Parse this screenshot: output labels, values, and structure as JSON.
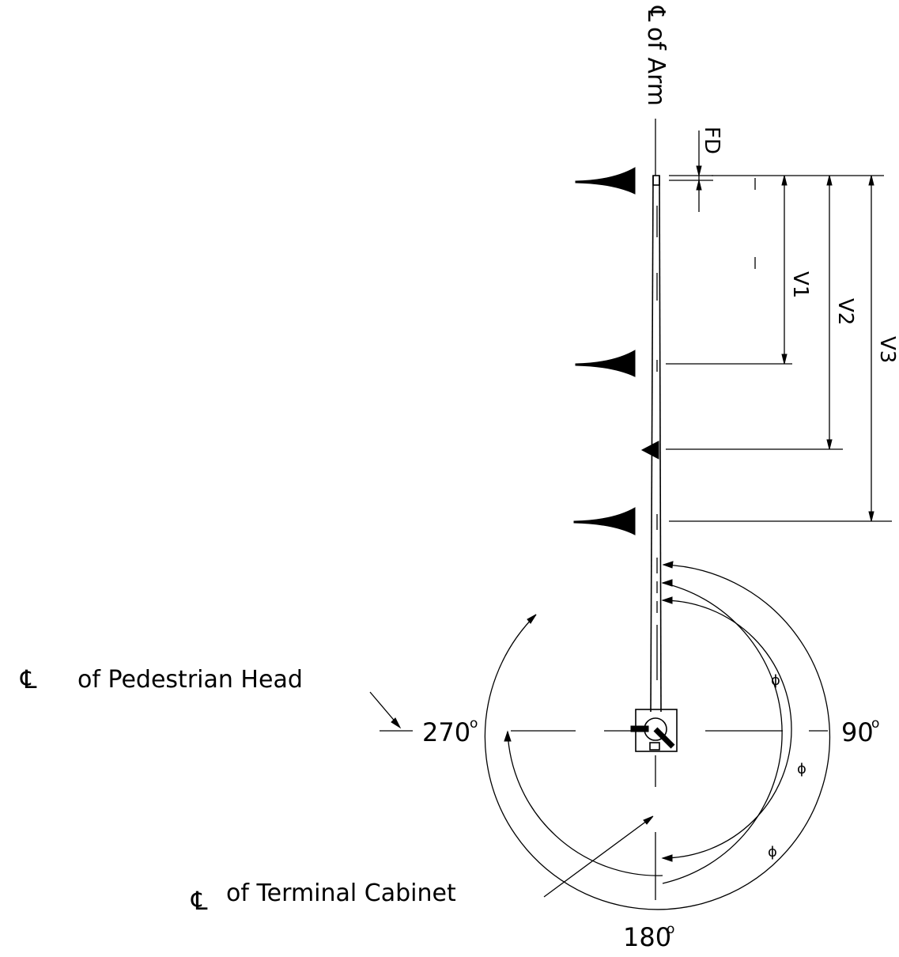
{
  "labels": {
    "cl_of_arm": "of Arm",
    "cl_of_ped_head": "of Pedestrian Head",
    "cl_of_terminal_cabinet": "of Terminal Cabinet",
    "fd": "FD",
    "v1": "V1",
    "v2": "V2",
    "v3": "V3",
    "deg_270": "270",
    "deg_90": "90",
    "deg_180": "180",
    "degree_mark": "o",
    "phi": "ϕ"
  }
}
